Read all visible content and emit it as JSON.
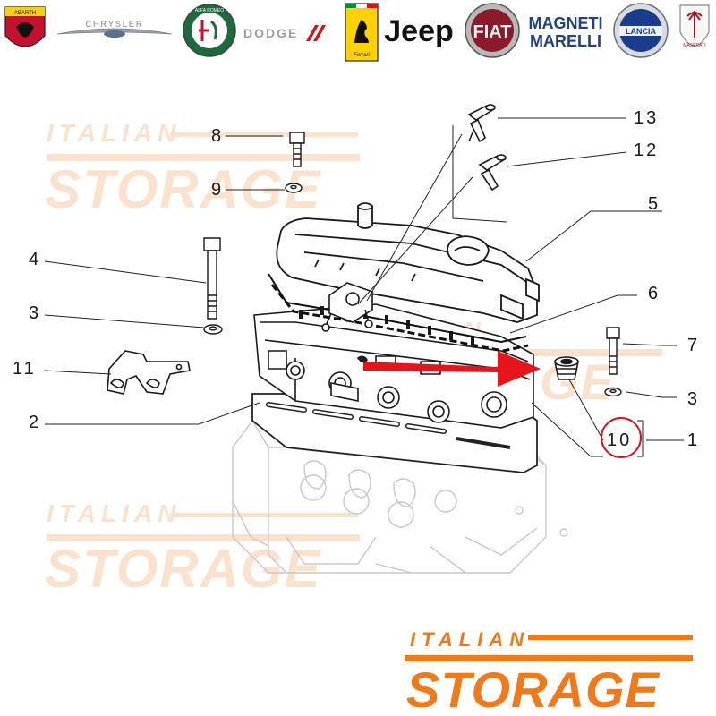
{
  "brand_bar": {
    "logos": [
      {
        "name": "abarth-logo",
        "text": "ABARTH",
        "color": "#c8102e"
      },
      {
        "name": "chrysler-logo",
        "text": "CHRYSLER",
        "color": "#8a8f96"
      },
      {
        "name": "alfa-romeo-logo",
        "text": "ALFA ROMEO",
        "color": "#1c6b3a"
      },
      {
        "name": "dodge-logo",
        "text": "DODGE",
        "color": "#9aa0a6"
      },
      {
        "name": "ferrari-logo",
        "text": "Ferrari",
        "color": "#ffd200"
      },
      {
        "name": "jeep-logo",
        "text": "Jeep",
        "color": "#111111"
      },
      {
        "name": "fiat-logo",
        "text": "FIAT",
        "color": "#8b1a2b"
      },
      {
        "name": "magneti-marelli-logo",
        "text_line1": "MAGNETI",
        "text_line2": "MARELLI",
        "color": "#1f3f8f"
      },
      {
        "name": "lancia-logo",
        "text": "LANCIA",
        "color": "#1b3c8c"
      },
      {
        "name": "maserati-logo",
        "text": "MASERATI",
        "color": "#a01c24"
      }
    ]
  },
  "watermark": {
    "line1": "ITALIAN",
    "line2": "STORAGE",
    "color": "#f29a4a"
  },
  "footer_logo": {
    "line1": "ITALIAN",
    "line2": "STORAGE",
    "color": "#f07a1a"
  },
  "callouts": {
    "c1": "1",
    "c2": "2",
    "c3a": "3",
    "c3b": "3",
    "c4": "4",
    "c5": "5",
    "c6": "6",
    "c7": "7",
    "c8": "8",
    "c9": "9",
    "c10": "10",
    "c11": "11",
    "c12": "12",
    "c13": "13"
  },
  "highlight": {
    "part": "10",
    "arrow_color": "#e8141c",
    "circle_color": "#d4141c"
  }
}
